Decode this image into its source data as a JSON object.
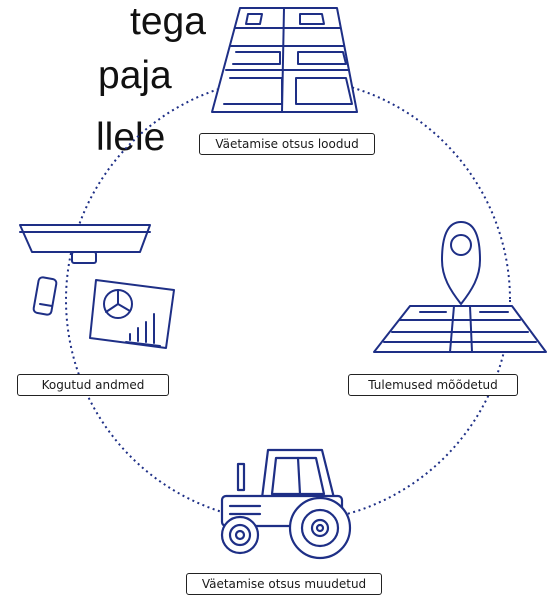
{
  "background_text": {
    "line1": "tega",
    "line2": "paja",
    "line3": "llele"
  },
  "labels": {
    "top": "Väetamise otsus loodud",
    "right": "Tulemused mõõdetud",
    "bottom": "Väetamise otsus muudetud",
    "left": "Kogutud andmed"
  },
  "icons": {
    "top": "field-map-icon",
    "right": "location-pin-on-field-icon",
    "bottom": "tractor-icon",
    "left": "sensor-phone-dashboard-icon"
  },
  "colors": {
    "icon_stroke": "#1e2f86",
    "circle_stroke": "#1e2f86",
    "label_border": "#222222"
  }
}
